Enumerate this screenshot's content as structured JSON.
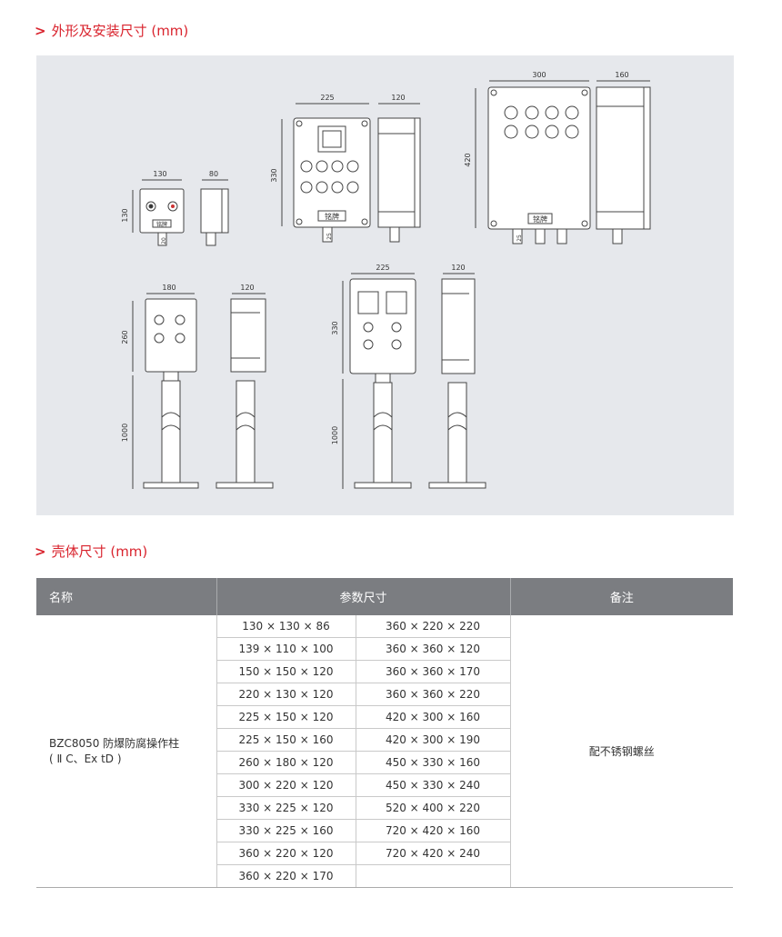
{
  "section1": {
    "chevron": ">",
    "title": "外形及安装尺寸 (mm)"
  },
  "section2": {
    "chevron": ">",
    "title": "壳体尺寸 (mm)"
  },
  "drawings": {
    "d1": {
      "w": "130",
      "side": "80",
      "h": "130",
      "plate": "铭牌",
      "gland": "20"
    },
    "d2": {
      "w": "225",
      "side": "120",
      "h": "330",
      "plate": "铭牌",
      "gland": "25"
    },
    "d3": {
      "w": "300",
      "side": "160",
      "h": "420",
      "plate": "铭牌",
      "gland": "25"
    },
    "d4": {
      "w": "180",
      "side": "120",
      "h": "260",
      "pole": "1000"
    },
    "d5": {
      "w": "225",
      "side": "120",
      "h": "330",
      "pole": "1000"
    }
  },
  "table": {
    "headers": {
      "name": "名称",
      "params": "参数尺寸",
      "remark": "备注"
    },
    "product_name": "BZC8050 防爆防腐操作柱",
    "product_sub": "( Ⅱ C、Ex tD )",
    "remark": "配不锈钢螺丝",
    "rows": [
      [
        "130 × 130 × 86",
        "360 × 220 × 220"
      ],
      [
        "139 × 110 × 100",
        "360 × 360 × 120"
      ],
      [
        "150 × 150 × 120",
        "360 × 360 × 170"
      ],
      [
        "220 × 130 × 120",
        "360 × 360 × 220"
      ],
      [
        "225 × 150 × 120",
        "420 × 300 × 160"
      ],
      [
        "225 × 150 × 160",
        "420 × 300 × 190"
      ],
      [
        "260 × 180 × 120",
        "450 × 330 × 160"
      ],
      [
        "300 × 220 × 120",
        "450 × 330 × 240"
      ],
      [
        "330 × 225 × 120",
        "520 × 400 × 220"
      ],
      [
        "330 × 225 × 160",
        "720 × 420 × 160"
      ],
      [
        "360 × 220 × 120",
        "720 × 420 × 240"
      ],
      [
        "360 × 220 × 170",
        ""
      ]
    ]
  }
}
